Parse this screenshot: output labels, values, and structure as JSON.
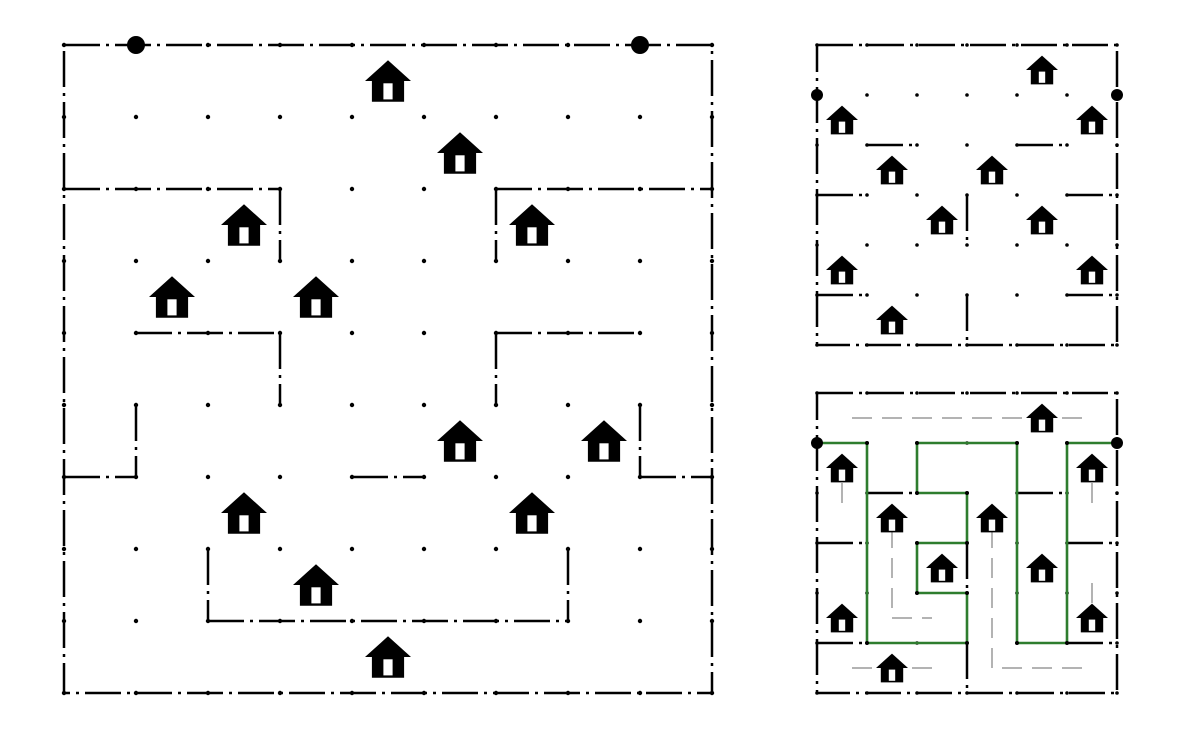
{
  "colors": {
    "ink": "#000000",
    "solution_path": "#2e7d2e",
    "hint_path": "#b3b3b3",
    "background": "#ffffff"
  },
  "icons": {
    "house": "house-icon",
    "endpoint": "endpoint-dot"
  },
  "puzzles": [
    {
      "id": "large-puzzle",
      "grid": {
        "cols": 9,
        "rows": 9
      },
      "endpoints": [
        [
          1,
          0
        ],
        [
          8,
          0
        ]
      ],
      "houses": [
        [
          4.5,
          0.5
        ],
        [
          5.5,
          1.5
        ],
        [
          2.5,
          2.5
        ],
        [
          6.5,
          2.5
        ],
        [
          1.5,
          3.5
        ],
        [
          3.5,
          3.5
        ],
        [
          5.5,
          5.5
        ],
        [
          7.5,
          5.5
        ],
        [
          2.5,
          6.5
        ],
        [
          6.5,
          6.5
        ],
        [
          3.5,
          7.5
        ],
        [
          4.5,
          8.5
        ]
      ],
      "h_walls": [
        [
          0,
          2,
          3
        ],
        [
          6,
          2,
          9
        ],
        [
          1,
          4,
          3
        ],
        [
          6,
          4,
          8
        ],
        [
          0,
          6,
          1
        ],
        [
          4,
          6,
          5
        ],
        [
          8,
          6,
          9
        ],
        [
          2,
          8,
          7
        ]
      ],
      "v_walls": [
        [
          3,
          2,
          3
        ],
        [
          6,
          2,
          3
        ],
        [
          3,
          4,
          5
        ],
        [
          6,
          4,
          5
        ],
        [
          1,
          5,
          6
        ],
        [
          8,
          5,
          6
        ],
        [
          2,
          7,
          8
        ],
        [
          7,
          7,
          8
        ]
      ]
    },
    {
      "id": "small-puzzle-top",
      "grid": {
        "cols": 6,
        "rows": 6
      },
      "endpoints": [
        [
          0,
          1
        ],
        [
          6,
          1
        ]
      ],
      "houses": [
        [
          4.5,
          0.5
        ],
        [
          0.5,
          1.5
        ],
        [
          5.5,
          1.5
        ],
        [
          1.5,
          2.5
        ],
        [
          3.5,
          2.5
        ],
        [
          2.5,
          3.5
        ],
        [
          4.5,
          3.5
        ],
        [
          0.5,
          4.5
        ],
        [
          5.5,
          4.5
        ],
        [
          1.5,
          5.5
        ]
      ],
      "h_walls": [
        [
          1,
          2,
          2
        ],
        [
          4,
          2,
          5
        ],
        [
          0,
          3,
          1
        ],
        [
          5,
          3,
          6
        ],
        [
          0,
          5,
          1
        ],
        [
          5,
          5,
          6
        ]
      ],
      "v_walls": [
        [
          3,
          3,
          4
        ],
        [
          3,
          5,
          6
        ]
      ]
    },
    {
      "id": "small-puzzle-solved",
      "grid": {
        "cols": 6,
        "rows": 6
      },
      "endpoints": [
        [
          0,
          1
        ],
        [
          6,
          1
        ]
      ],
      "houses": [
        [
          4.5,
          0.5
        ],
        [
          0.5,
          1.5
        ],
        [
          5.5,
          1.5
        ],
        [
          1.5,
          2.5
        ],
        [
          3.5,
          2.5
        ],
        [
          2.5,
          3.5
        ],
        [
          4.5,
          3.5
        ],
        [
          0.5,
          4.5
        ],
        [
          5.5,
          4.5
        ],
        [
          1.5,
          5.5
        ]
      ],
      "h_walls": [
        [
          1,
          2,
          2
        ],
        [
          4,
          2,
          5
        ],
        [
          0,
          3,
          1
        ],
        [
          5,
          3,
          6
        ],
        [
          0,
          5,
          1
        ],
        [
          5,
          5,
          6
        ]
      ],
      "v_walls": [
        [
          3,
          3,
          4
        ],
        [
          3,
          5,
          6
        ]
      ],
      "solution": [
        [
          0,
          1
        ],
        [
          1,
          1
        ],
        [
          1,
          5
        ],
        [
          3,
          5
        ],
        [
          3,
          4
        ],
        [
          2,
          4
        ],
        [
          2,
          3
        ],
        [
          3,
          3
        ],
        [
          3,
          2
        ],
        [
          2,
          2
        ],
        [
          2,
          1
        ],
        [
          4,
          1
        ],
        [
          4,
          5
        ],
        [
          5,
          5
        ],
        [
          5,
          1
        ],
        [
          6,
          1
        ]
      ],
      "hints": [
        [
          [
            0.7,
            0.5
          ],
          [
            5.3,
            0.5
          ]
        ],
        [
          [
            0.5,
            1.8
          ],
          [
            0.5,
            2.4
          ]
        ],
        [
          [
            5.5,
            1.8
          ],
          [
            5.5,
            2.4
          ]
        ],
        [
          [
            1.5,
            2.7
          ],
          [
            1.5,
            4.5
          ],
          [
            2.3,
            4.5
          ]
        ],
        [
          [
            3.5,
            2.7
          ],
          [
            3.5,
            5.5
          ],
          [
            5.3,
            5.5
          ]
        ],
        [
          [
            5.5,
            4.2
          ],
          [
            5.5,
            3.6
          ]
        ],
        [
          [
            0.7,
            5.5
          ],
          [
            2.3,
            5.5
          ]
        ]
      ]
    }
  ]
}
